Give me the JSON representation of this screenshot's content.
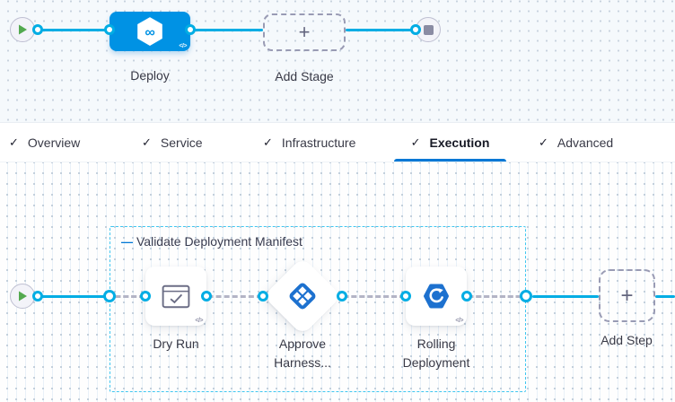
{
  "pipeline_canvas": {
    "stage_label": "Deploy",
    "add_stage_label": "Add Stage",
    "plus_glyph": "+",
    "yaml_badge": "</>",
    "infinity_glyph": "∞"
  },
  "tabs": {
    "check_glyph": "✓",
    "items": [
      {
        "label": "Overview",
        "checked": true,
        "active": false
      },
      {
        "label": "Service",
        "checked": true,
        "active": false
      },
      {
        "label": "Infrastructure",
        "checked": true,
        "active": false
      },
      {
        "label": "Execution",
        "checked": true,
        "active": true
      },
      {
        "label": "Advanced",
        "checked": true,
        "active": false
      }
    ]
  },
  "execution_canvas": {
    "group_label": "Validate Deployment Manifest",
    "collapse_glyph": "—",
    "steps": [
      {
        "label": "Dry Run"
      },
      {
        "label": "Approve Harness..."
      },
      {
        "label": "Rolling Deployment"
      }
    ],
    "add_step_label": "Add Step",
    "plus_glyph": "+",
    "yaml_badge": "</>"
  },
  "colors": {
    "stage_blue": "#0092e4",
    "line_blue": "#00ade4",
    "group_border": "#3fc6f0",
    "tab_underline": "#0278d5",
    "icon_blue": "#1d71cf",
    "play_green": "#53a94f",
    "label_dark": "#383946"
  }
}
